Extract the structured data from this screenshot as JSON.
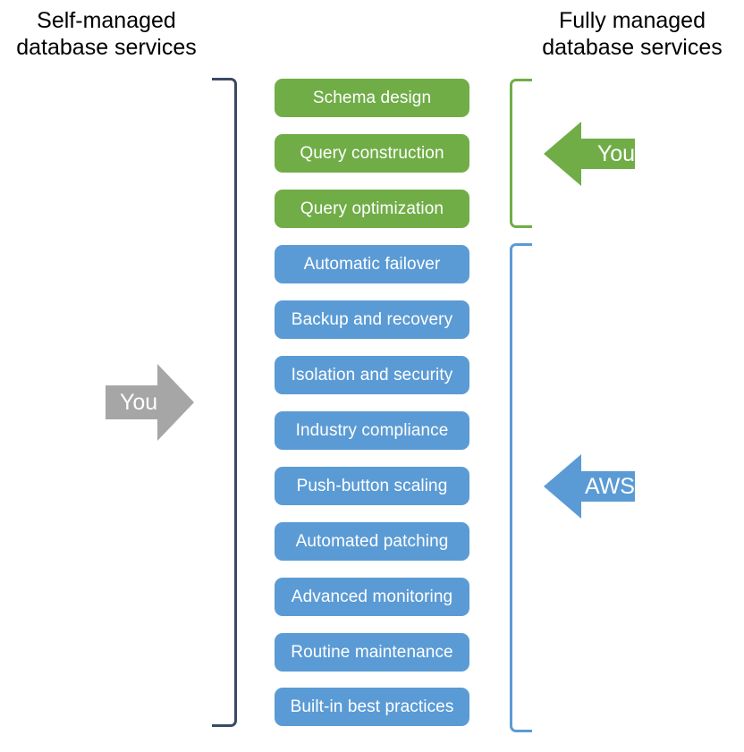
{
  "diagram": {
    "columns": {
      "left": {
        "line1": "Self-managed",
        "line2": "database services"
      },
      "right": {
        "line1": "Fully managed",
        "line2": "database services"
      }
    },
    "responsibility_groups": [
      {
        "id": "customer-managed",
        "color": "#70ad47",
        "owner_label": "You",
        "items": [
          "Schema design",
          "Query construction",
          "Query optimization"
        ]
      },
      {
        "id": "aws-managed",
        "color": "#5b9bd5",
        "owner_label": "AWS",
        "items": [
          "Automatic failover",
          "Backup and recovery",
          "Isolation and security",
          "Industry compliance",
          "Push-button scaling",
          "Automated patching",
          "Advanced monitoring",
          "Routine maintenance",
          "Built-in best practices"
        ]
      }
    ],
    "arrows": {
      "self_managed_owner": {
        "label": "You",
        "color": "#a6a6a6",
        "direction": "right"
      },
      "fully_managed_customer": {
        "label": "You",
        "color": "#70ad47",
        "direction": "left"
      },
      "fully_managed_provider": {
        "label": "AWS",
        "color": "#5b9bd5",
        "direction": "left"
      }
    },
    "brackets": {
      "self_managed": {
        "color": "#3b4a63"
      },
      "fully_managed_customer": {
        "color": "#70ad47"
      },
      "fully_managed_provider": {
        "color": "#5b9bd5"
      }
    }
  }
}
